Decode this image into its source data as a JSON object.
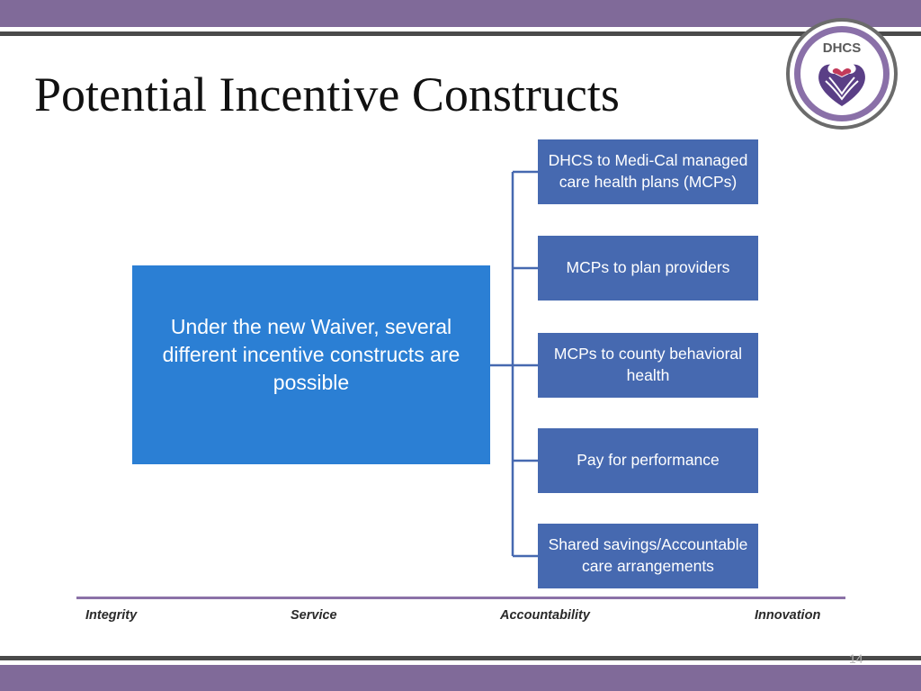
{
  "slide": {
    "title": "Potential Incentive Constructs",
    "page_number": "14"
  },
  "logo": {
    "text": "DHCS",
    "icon": "heart-hands-logo"
  },
  "diagram": {
    "root": "Under the new Waiver, several different incentive constructs are possible",
    "children": [
      "DHCS to Medi-Cal managed care health plans (MCPs)",
      "MCPs to plan providers",
      "MCPs to county behavioral health",
      "Pay for performance",
      "Shared savings/Accountable care arrangements"
    ]
  },
  "footer": {
    "values": [
      "Integrity",
      "Service",
      "Accountability",
      "Innovation"
    ]
  },
  "colors": {
    "band": "#806a99",
    "root_box": "#2b7fd4",
    "child_box": "#4669b0",
    "connector": "#4669b0"
  }
}
